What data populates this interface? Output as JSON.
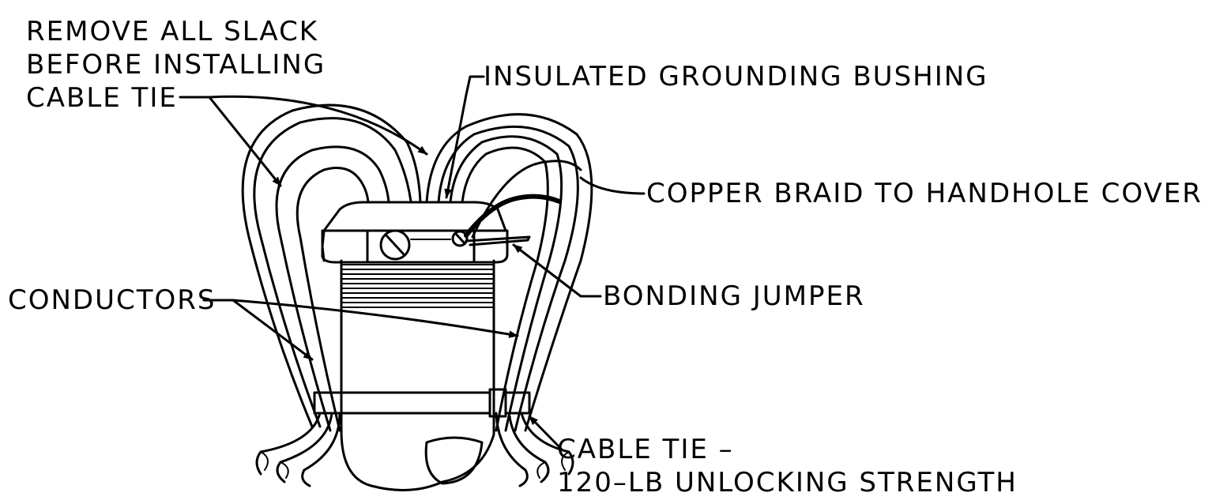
{
  "labels": {
    "remove_slack_1": "REMOVE ALL SLACK",
    "remove_slack_2": "BEFORE INSTALLING",
    "remove_slack_3": "CABLE TIE",
    "bushing": "INSULATED GROUNDING BUSHING",
    "copper_braid": "COPPER BRAID TO HANDHOLE COVER",
    "bonding_jumper": "BONDING JUMPER",
    "conductors": "CONDUCTORS",
    "cable_tie_1": "CABLE TIE –",
    "cable_tie_2": "120–LB UNLOCKING STRENGTH"
  }
}
